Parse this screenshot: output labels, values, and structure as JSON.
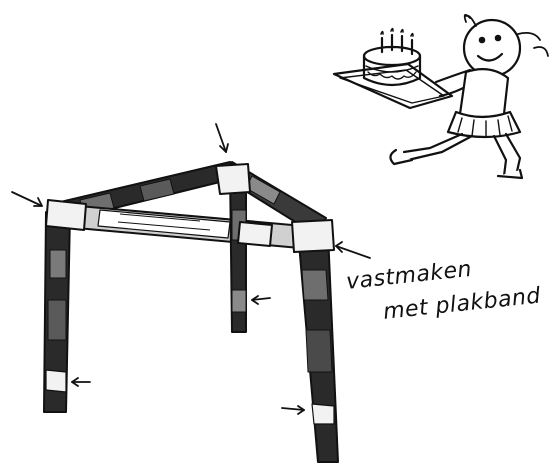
{
  "annotation": {
    "line1": "vastmaken",
    "line2": "met plakband"
  },
  "colors": {
    "ink": "#111111",
    "paper": "#ffffff",
    "tape": "#f2f2f2",
    "newspaper_dark": "#2a2a2a",
    "newspaper_mid": "#6e6e6e"
  },
  "icons": [
    "girl-with-cake-illustration",
    "tripod-frame-drawing",
    "arrow-icon"
  ]
}
